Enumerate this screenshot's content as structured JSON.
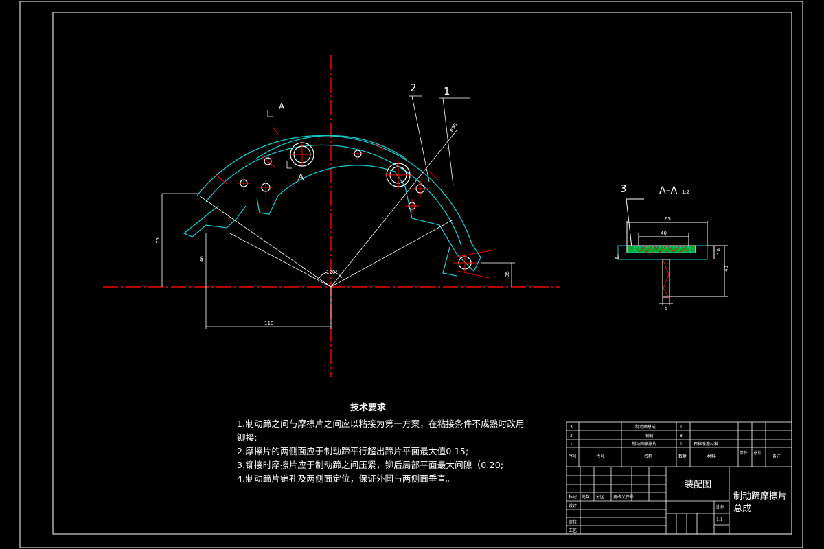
{
  "labels": {
    "balloon_2": "2",
    "balloon_1": "1",
    "balloon_3": "3",
    "section_a_top": "A",
    "section_a_bottom": "A",
    "section_view_title": "A–A",
    "section_view_scale": "1:2"
  },
  "dimensions": {
    "d75": "75",
    "d46": "46",
    "d110": "110",
    "d35": "35",
    "angle": "120°",
    "radius": "R98",
    "w65": "65",
    "w40": "40",
    "h10": "10",
    "h40": "40",
    "thick6": "6",
    "s5": "5"
  },
  "requirements": {
    "title": "技术要求",
    "line1": "1.制动蹄之间与摩擦片之间应以粘接为第一方案，在粘接条件不成熟时改用",
    "line1b": "铆接;",
    "line2": "2.摩擦片的两侧面应于制动蹄平行超出蹄片平面最大值0.15;",
    "line3": "3.铆接时摩擦片应于制动蹄之间压紧，铆后局部平面最大间隙（0.20;",
    "line4": "4.制动蹄片销孔及两侧面定位，保证外圆与两侧面垂直。"
  },
  "title_block": {
    "bom": [
      {
        "no": "3",
        "name": "制动蹄总成",
        "qty": "1",
        "material": ""
      },
      {
        "no": "2",
        "name": "铆钉",
        "qty": "8",
        "material": ""
      },
      {
        "no": "1",
        "name": "制动蹄摩擦片",
        "qty": "1",
        "material": "石棉摩擦材料"
      }
    ],
    "header": {
      "no": "序号",
      "code": "代号",
      "name": "名称",
      "qty": "数量",
      "material": "材料",
      "unit_weight": "单件",
      "total_weight": "总计",
      "remark": "备注"
    },
    "drawing_type": "装配图",
    "part_name_1": "制动蹄摩擦片",
    "part_name_2": "总成",
    "scale_label": "比例",
    "scale_value": "1:1",
    "rows": {
      "mark": "标记",
      "count": "处数",
      "zone": "分区",
      "doc": "更改文件号",
      "design": "设计",
      "review": "审核",
      "process": "工艺"
    }
  }
}
